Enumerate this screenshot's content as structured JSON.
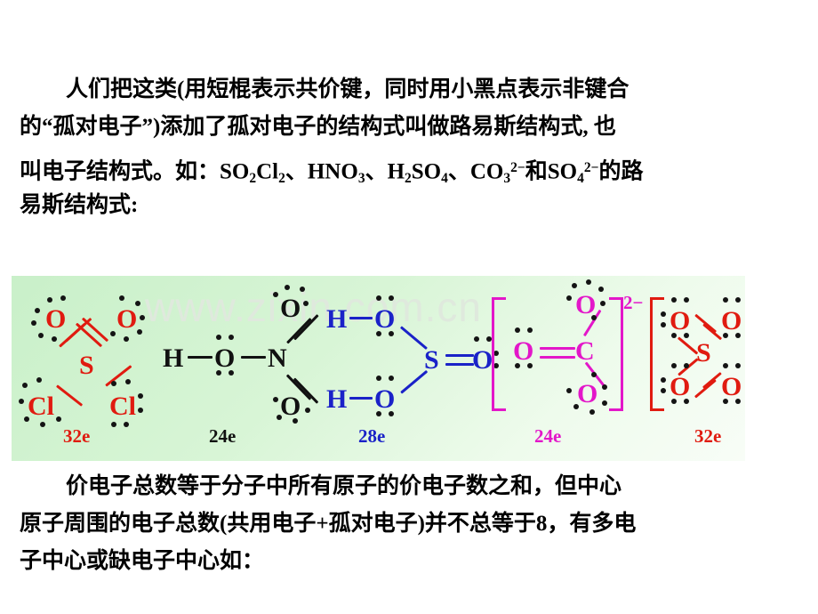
{
  "slide": {
    "background": "#ffffff",
    "panel_color_start": "#c9f0c9",
    "panel_color_end": "#f8fdf7",
    "watermark": "www.zixin.com.cn"
  },
  "paragraph_top": {
    "line1": "人们把这类(用短棍表示共价键，同时用小黑点表示非键合",
    "line2": "的“孤对电子”)添加了孤对电子的结构式叫做路易斯结构式, 也",
    "line3_a": "叫电子结构式。如：SO",
    "line3_b": "2",
    "line3_c": "Cl",
    "line3_d": "2",
    "line3_e": "、HNO",
    "line3_f": "3",
    "line3_g": "、H",
    "line3_h": "2",
    "line3_i": "SO",
    "line3_j": "4",
    "line3_k": "、CO",
    "line3_l": "3",
    "line3_m": "2−",
    "line3_n": "和SO",
    "line3_o": "4",
    "line3_p": "2−",
    "line3_q": "的路",
    "line4": "易斯结构式:"
  },
  "paragraph_bottom": {
    "line1": "价电子总数等于分子中所有原子的价电子数之和，但中心",
    "line2": "原子周围的电子总数(共用电子+孤对电子)并不总等于8，有多电",
    "line3": "子中心或缺电子中心如："
  },
  "structures": [
    {
      "id": "so2cl2",
      "formula": "SO2Cl2",
      "color": "#e01b10",
      "electron_count": "32e",
      "center_atom": "S",
      "atoms": [
        "O",
        "O",
        "S",
        "Cl",
        "Cl"
      ],
      "bonds": [
        "S=O double",
        "S=O double",
        "S-Cl single",
        "S-Cl single"
      ],
      "bracketed": false,
      "charge": ""
    },
    {
      "id": "hno3",
      "formula": "HNO3",
      "color": "#111111",
      "electron_count": "24e",
      "center_atom": "N",
      "atoms": [
        "H",
        "O",
        "N",
        "O",
        "O"
      ],
      "bonds": [
        "H-O single",
        "O-N single",
        "N=O double",
        "N=O double"
      ],
      "bracketed": false,
      "charge": ""
    },
    {
      "id": "h2so4",
      "formula": "H2SO4",
      "color": "#1a22c8",
      "electron_count": "28e",
      "center_atom": "S",
      "atoms": [
        "H",
        "O",
        "H",
        "O",
        "S",
        "O"
      ],
      "bonds": [
        "H-O single",
        "H-O single",
        "O-S single",
        "O-S single",
        "S=O double"
      ],
      "bracketed": false,
      "charge": ""
    },
    {
      "id": "co3",
      "formula": "CO3 2-",
      "color": "#e317c9",
      "electron_count": "24e",
      "center_atom": "C",
      "atoms": [
        "O",
        "C",
        "O",
        "O"
      ],
      "bonds": [
        "O=C double",
        "C-O single",
        "C-O single"
      ],
      "bracketed": true,
      "charge": "2−"
    },
    {
      "id": "so4",
      "formula": "SO4 2-",
      "color": "#e01b10",
      "electron_count": "32e",
      "center_atom": "S",
      "atoms": [
        "O",
        "O",
        "S",
        "O",
        "O"
      ],
      "bonds": [
        "S-O single",
        "S=O double",
        "S-O single",
        "S=O double"
      ],
      "bracketed": true,
      "charge": "2−"
    }
  ],
  "labels": {
    "H": "H",
    "O": "O",
    "S": "S",
    "N": "N",
    "C": "C",
    "Cl": "Cl"
  }
}
